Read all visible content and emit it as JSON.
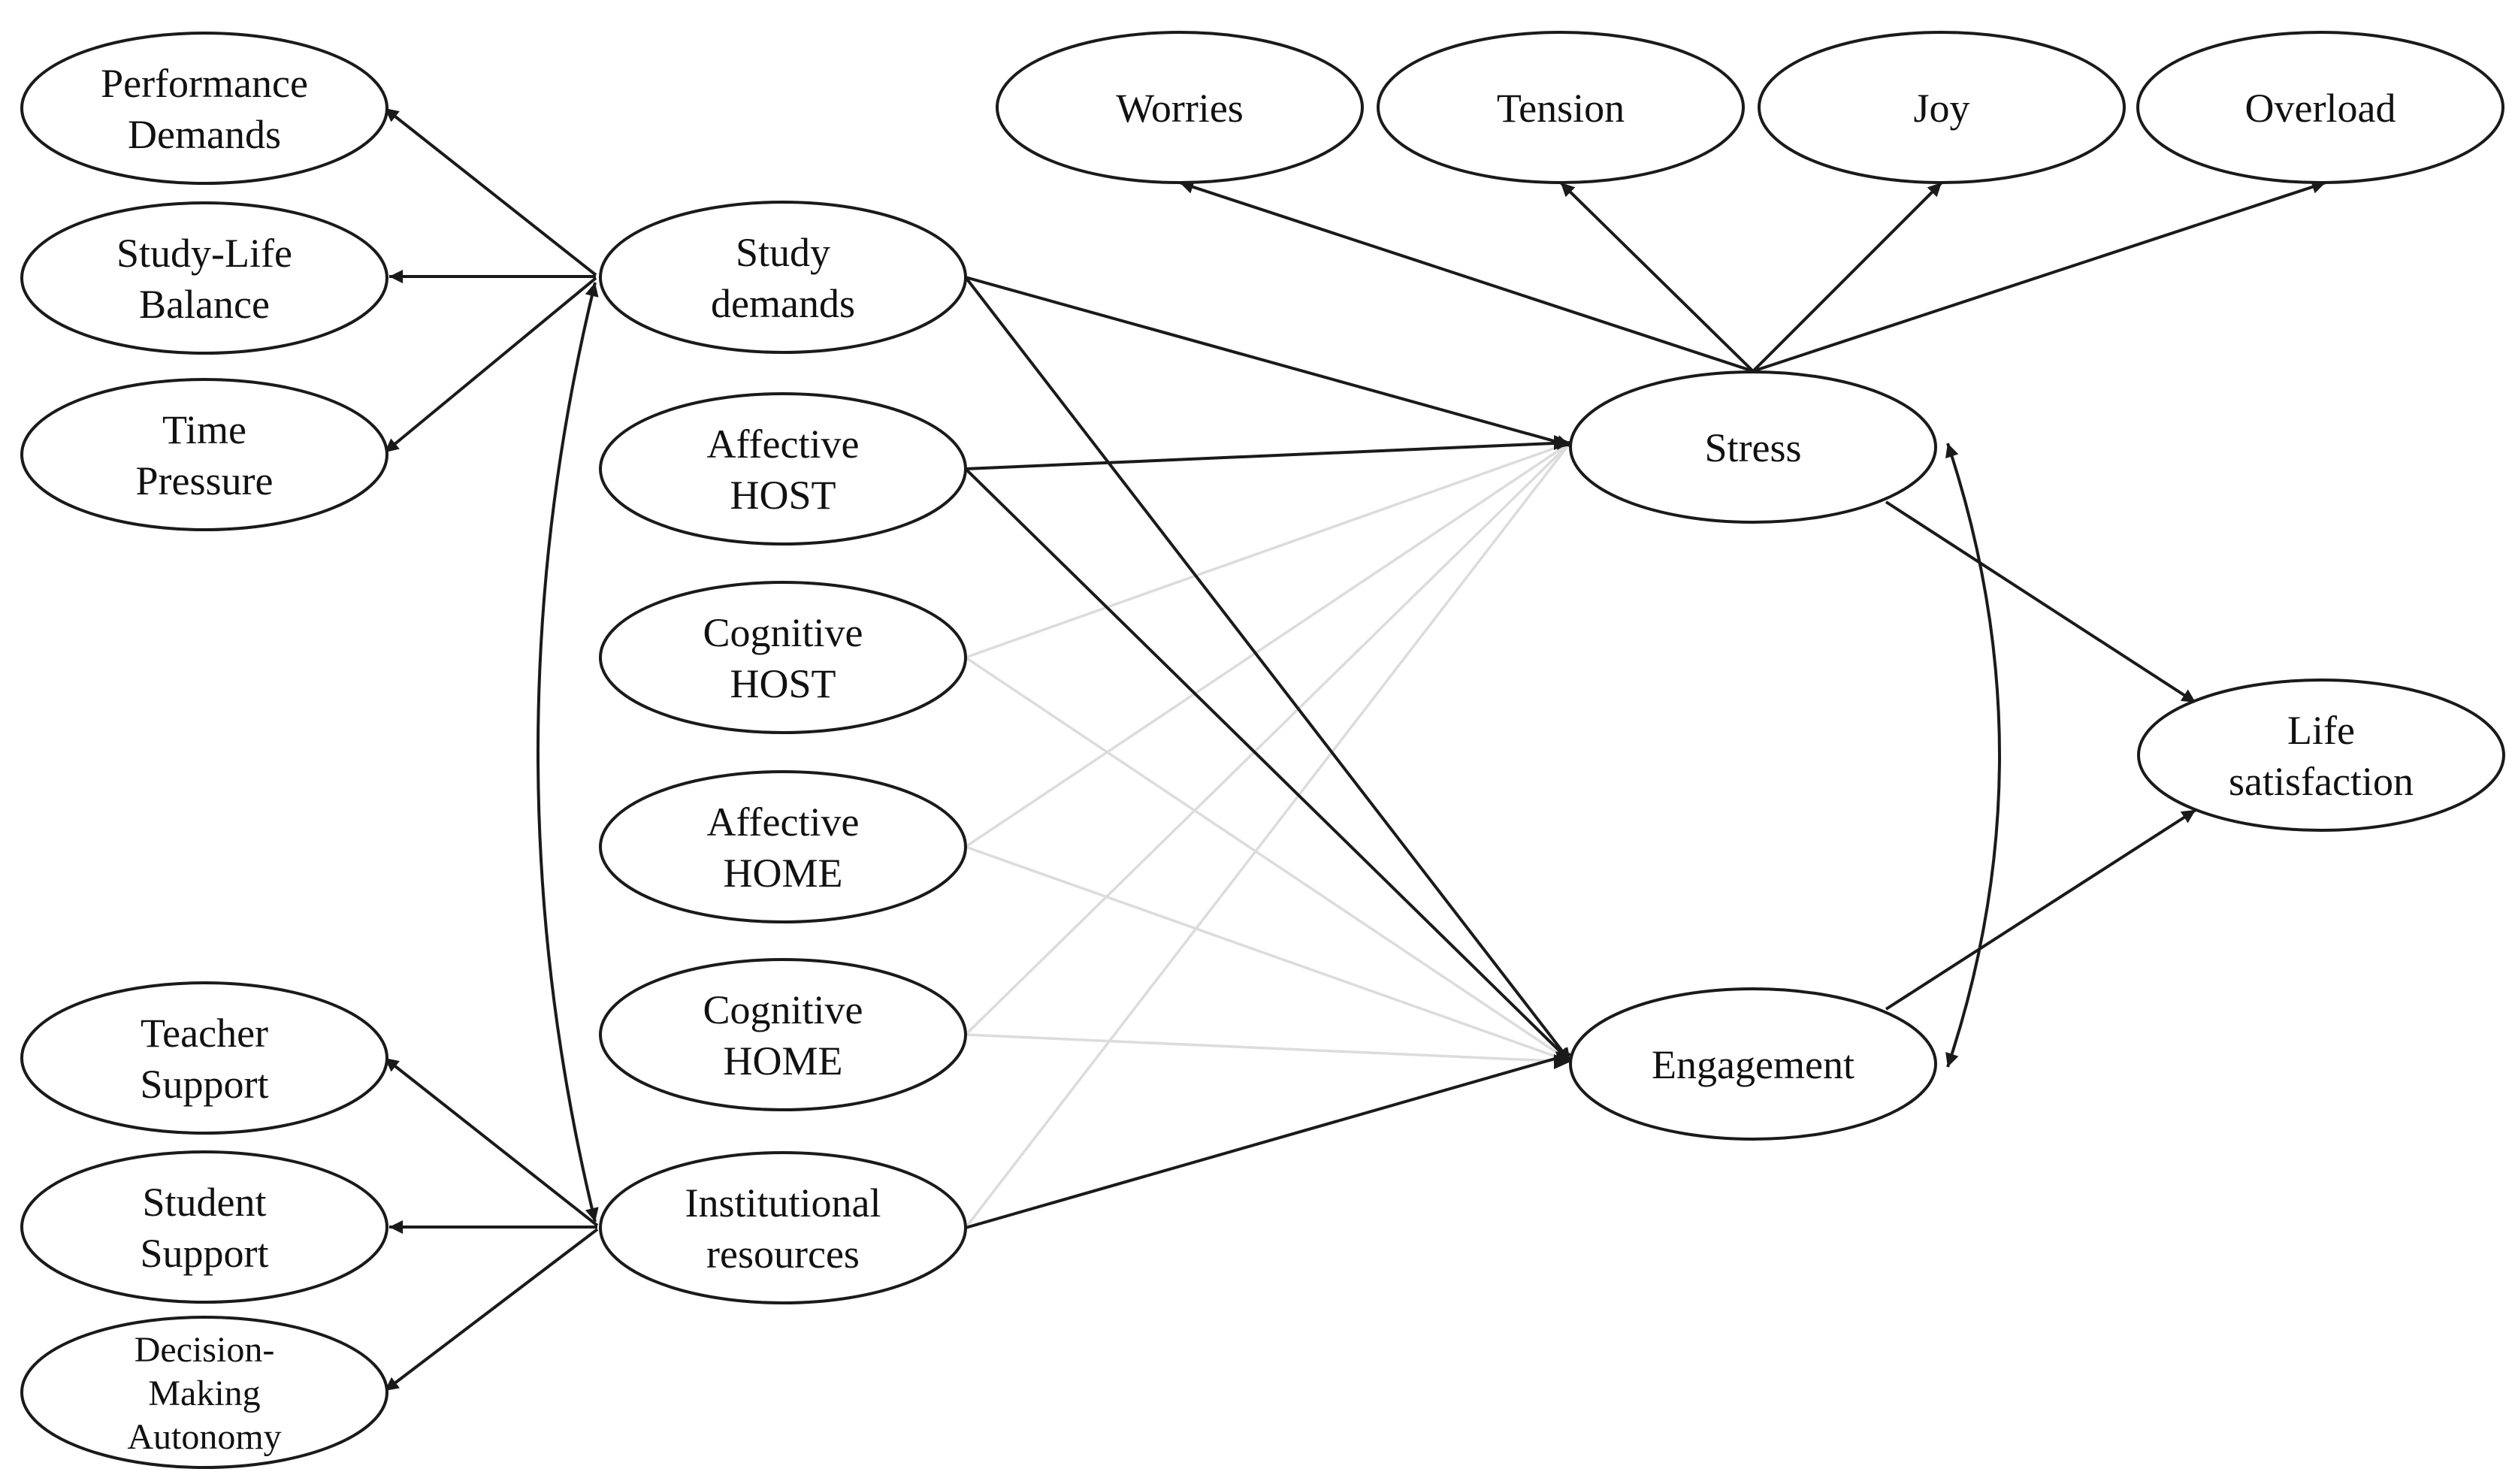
{
  "diagram": {
    "colors": {
      "line": "#1a1a1a",
      "faint_line": "#dcdcdc",
      "background": "#ffffff"
    },
    "nodes": [
      {
        "id": "performance_demands",
        "lines": [
          "Performance",
          "Demands"
        ]
      },
      {
        "id": "study_life_balance",
        "lines": [
          "Study-Life",
          "Balance"
        ]
      },
      {
        "id": "time_pressure",
        "lines": [
          "Time",
          "Pressure"
        ]
      },
      {
        "id": "teacher_support",
        "lines": [
          "Teacher",
          "Support"
        ]
      },
      {
        "id": "student_support",
        "lines": [
          "Student",
          "Support"
        ]
      },
      {
        "id": "decision_making_autonomy",
        "lines": [
          "Decision-",
          "Making",
          "Autonomy"
        ]
      },
      {
        "id": "study_demands",
        "lines": [
          "Study",
          "demands"
        ]
      },
      {
        "id": "affective_host",
        "lines": [
          "Affective",
          "HOST"
        ]
      },
      {
        "id": "cognitive_host",
        "lines": [
          "Cognitive",
          "HOST"
        ]
      },
      {
        "id": "affective_home",
        "lines": [
          "Affective",
          "HOME"
        ]
      },
      {
        "id": "cognitive_home",
        "lines": [
          "Cognitive",
          "HOME"
        ]
      },
      {
        "id": "institutional_resources",
        "lines": [
          "Institutional",
          "resources"
        ]
      },
      {
        "id": "worries",
        "lines": [
          "Worries"
        ]
      },
      {
        "id": "tension",
        "lines": [
          "Tension"
        ]
      },
      {
        "id": "joy",
        "lines": [
          "Joy"
        ]
      },
      {
        "id": "overload",
        "lines": [
          "Overload"
        ]
      },
      {
        "id": "stress",
        "lines": [
          "Stress"
        ]
      },
      {
        "id": "engagement",
        "lines": [
          "Engagement"
        ]
      },
      {
        "id": "life_satisfaction",
        "lines": [
          "Life",
          "satisfaction"
        ]
      }
    ],
    "edges": [
      {
        "from": "study_demands",
        "to": "performance_demands",
        "style": "strong"
      },
      {
        "from": "study_demands",
        "to": "study_life_balance",
        "style": "strong"
      },
      {
        "from": "study_demands",
        "to": "time_pressure",
        "style": "strong"
      },
      {
        "from": "institutional_resources",
        "to": "teacher_support",
        "style": "strong"
      },
      {
        "from": "institutional_resources",
        "to": "student_support",
        "style": "strong"
      },
      {
        "from": "institutional_resources",
        "to": "decision_making_autonomy",
        "style": "strong"
      },
      {
        "from": "study_demands",
        "to": "institutional_resources",
        "style": "strong",
        "bidirectional": true
      },
      {
        "from": "stress",
        "to": "worries",
        "style": "strong"
      },
      {
        "from": "stress",
        "to": "tension",
        "style": "strong"
      },
      {
        "from": "stress",
        "to": "joy",
        "style": "strong"
      },
      {
        "from": "stress",
        "to": "overload",
        "style": "strong"
      },
      {
        "from": "study_demands",
        "to": "stress",
        "style": "strong"
      },
      {
        "from": "study_demands",
        "to": "engagement",
        "style": "strong"
      },
      {
        "from": "affective_host",
        "to": "stress",
        "style": "strong"
      },
      {
        "from": "affective_host",
        "to": "engagement",
        "style": "strong"
      },
      {
        "from": "institutional_resources",
        "to": "engagement",
        "style": "strong"
      },
      {
        "from": "cognitive_host",
        "to": "stress",
        "style": "faint"
      },
      {
        "from": "cognitive_host",
        "to": "engagement",
        "style": "faint"
      },
      {
        "from": "affective_home",
        "to": "stress",
        "style": "faint"
      },
      {
        "from": "affective_home",
        "to": "engagement",
        "style": "faint"
      },
      {
        "from": "cognitive_home",
        "to": "stress",
        "style": "faint"
      },
      {
        "from": "cognitive_home",
        "to": "engagement",
        "style": "faint"
      },
      {
        "from": "institutional_resources",
        "to": "stress",
        "style": "faint"
      },
      {
        "from": "stress",
        "to": "engagement",
        "style": "strong",
        "bidirectional": true
      },
      {
        "from": "stress",
        "to": "life_satisfaction",
        "style": "strong"
      },
      {
        "from": "engagement",
        "to": "life_satisfaction",
        "style": "strong"
      }
    ]
  }
}
